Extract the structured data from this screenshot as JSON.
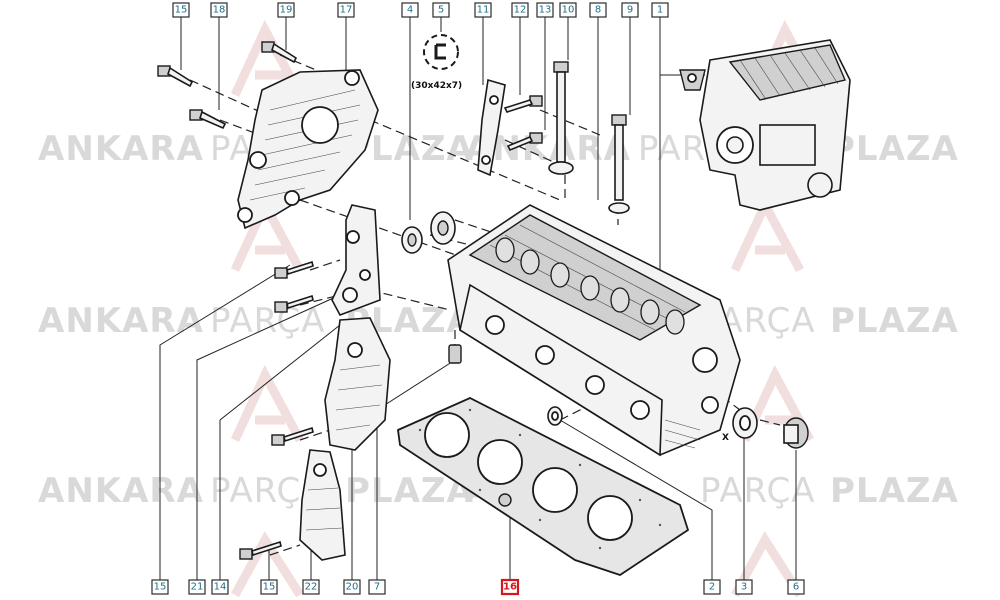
{
  "watermark": {
    "word_a": "ANKARA",
    "word_b": "PARÇA",
    "word_c": "PLAZA"
  },
  "seal_spec": "(30x42x7)",
  "callout_x": "X",
  "highlight_color": "#d8141c",
  "callouts_top": [
    "15",
    "18",
    "19",
    "17",
    "4",
    "5",
    "11",
    "12",
    "13",
    "10",
    "8",
    "9",
    "1"
  ],
  "callouts_bottom": [
    "15",
    "21",
    "14",
    "15",
    "22",
    "20",
    "7",
    "16",
    "2",
    "3",
    "6"
  ],
  "highlighted_callout": "16"
}
